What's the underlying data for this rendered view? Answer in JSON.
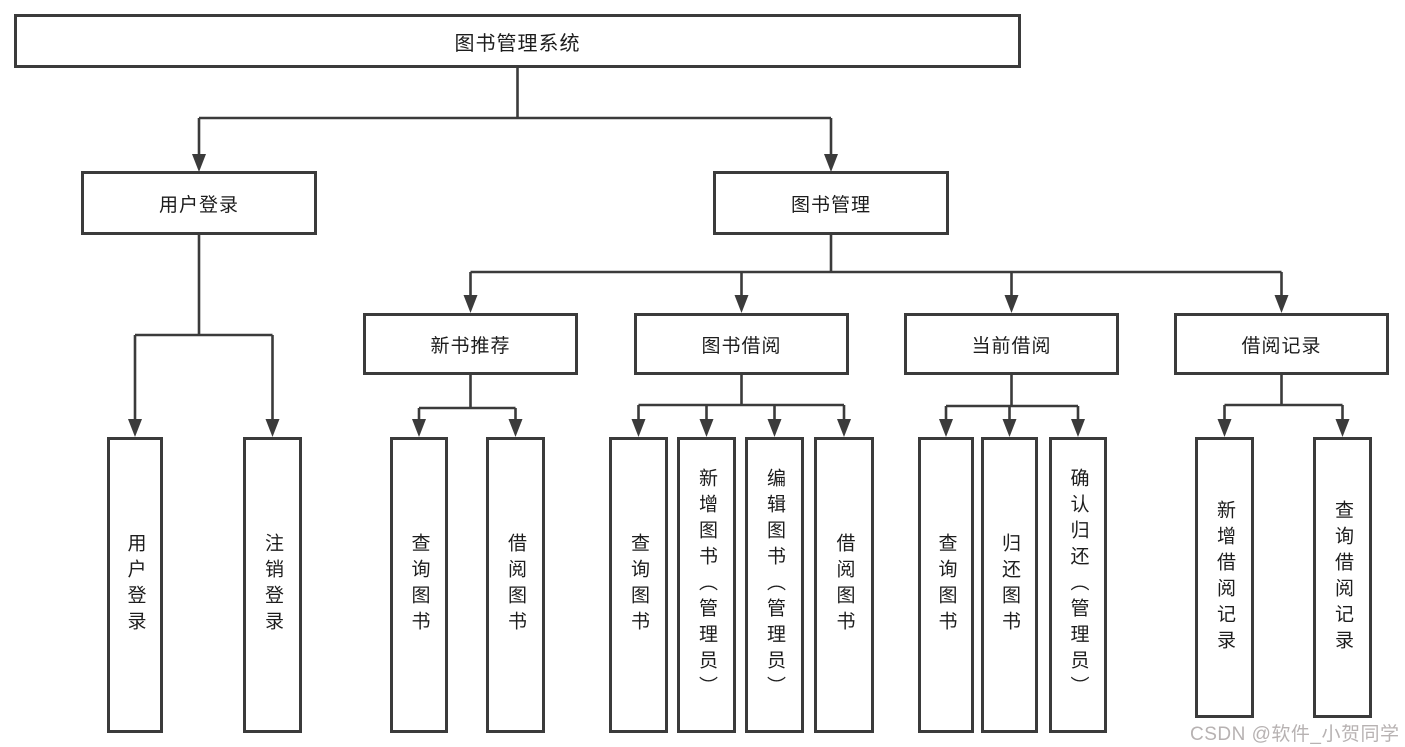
{
  "diagram": {
    "root": {
      "label": "图书管理系统"
    },
    "branches": [
      {
        "label": "用户登录",
        "children": [
          {
            "label": "用户登录"
          },
          {
            "label": "注销登录"
          }
        ]
      },
      {
        "label": "图书管理",
        "children": [
          {
            "label": "新书推荐",
            "children": [
              {
                "label": "查询图书"
              },
              {
                "label": "借阅图书"
              }
            ]
          },
          {
            "label": "图书借阅",
            "children": [
              {
                "label": "查询图书"
              },
              {
                "label": "新增图书（管理员）"
              },
              {
                "label": "编辑图书（管理员）"
              },
              {
                "label": "借阅图书"
              }
            ]
          },
          {
            "label": "当前借阅",
            "children": [
              {
                "label": "查询图书"
              },
              {
                "label": "归还图书"
              },
              {
                "label": "确认归还（管理员）"
              }
            ]
          },
          {
            "label": "借阅记录",
            "children": [
              {
                "label": "新增借阅记录"
              },
              {
                "label": "查询借阅记录"
              }
            ]
          }
        ]
      }
    ]
  },
  "watermark": {
    "text": "CSDN @软件_小贺同学"
  },
  "colors": {
    "line": "#3b3b3b",
    "box_border": "#3b3b3b",
    "box_fill": "#ffffff",
    "text": "#1d1d1d",
    "watermark": "#b7b2b2",
    "background": "#ffffff"
  }
}
